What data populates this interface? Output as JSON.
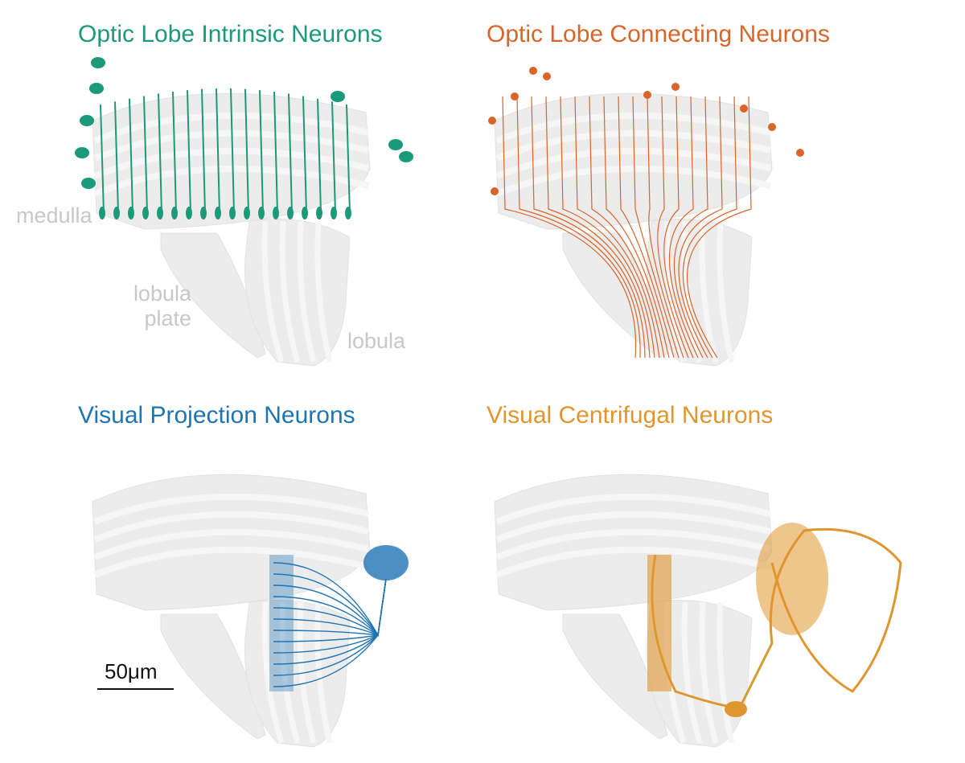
{
  "panels": [
    {
      "title": "Optic Lobe Intrinsic Neurons",
      "color": "#1a9a78"
    },
    {
      "title": "Optic Lobe Connecting Neurons",
      "color": "#d9652a"
    },
    {
      "title": "Visual Projection Neurons",
      "color": "#1f74b4"
    },
    {
      "title": "Visual Centrifugal Neurons",
      "color": "#e0962e"
    }
  ],
  "region_labels": {
    "medulla": "medulla",
    "lobula_plate": "lobula plate",
    "lobula": "lobula"
  },
  "scale_bar": {
    "label": "50μm"
  },
  "colors": {
    "neuropil": "#ececec",
    "neuropil_band": "#f6f6f6",
    "label_gray": "#c8c8c8"
  }
}
